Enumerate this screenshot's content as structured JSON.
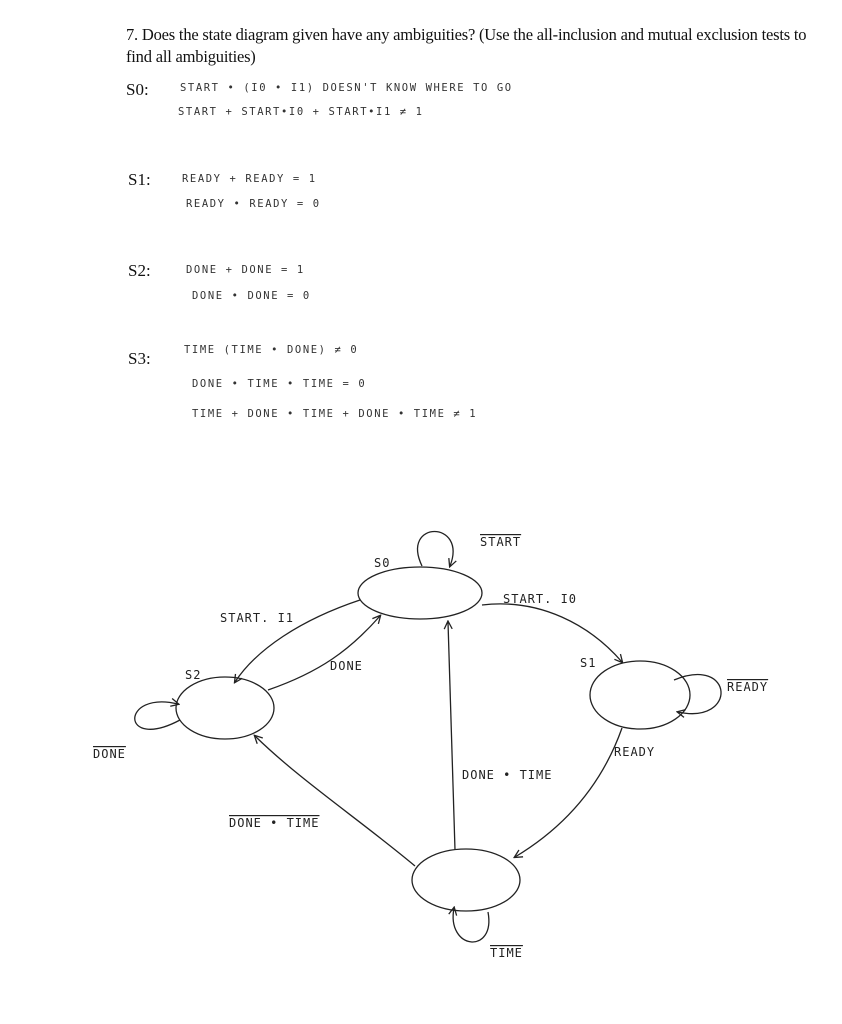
{
  "question": {
    "text": "7.  Does the state diagram given have any ambiguities?  (Use the all-inclusion and mutual exclusion tests to find all ambiguities)"
  },
  "answers": [
    {
      "state": "S0:",
      "lines": [
        "START • (I0 • I1)   DOESN'T KNOW WHERE TO GO",
        "START + START•I0 + START•I1 ≠ 1"
      ]
    },
    {
      "state": "S1:",
      "lines": [
        "READY + READY = 1",
        "READY • READY = 0"
      ]
    },
    {
      "state": "S2:",
      "lines": [
        "DONE + DONE = 1",
        "DONE • DONE = 0"
      ]
    },
    {
      "state": "S3:",
      "lines": [
        "TIME (TIME • DONE) ≠ 0",
        "DONE • TIME • TIME = 0",
        "TIME + DONE • TIME + DONE • TIME ≠ 1"
      ]
    }
  ],
  "diagram": {
    "states": [
      "S0",
      "S1",
      "S2"
    ],
    "transitions": {
      "s0_self": "START",
      "s0_to_s1": "START. I0",
      "s0_to_s2": "START. I1",
      "s2_to_s0": "DONE",
      "s2_self": "DONE",
      "s1_self": "READY",
      "s1_to_s3": "READY",
      "s3_to_s0": "DONE • TIME",
      "s3_to_s2": "DONE • TIME",
      "s3_self": "TIME"
    }
  }
}
